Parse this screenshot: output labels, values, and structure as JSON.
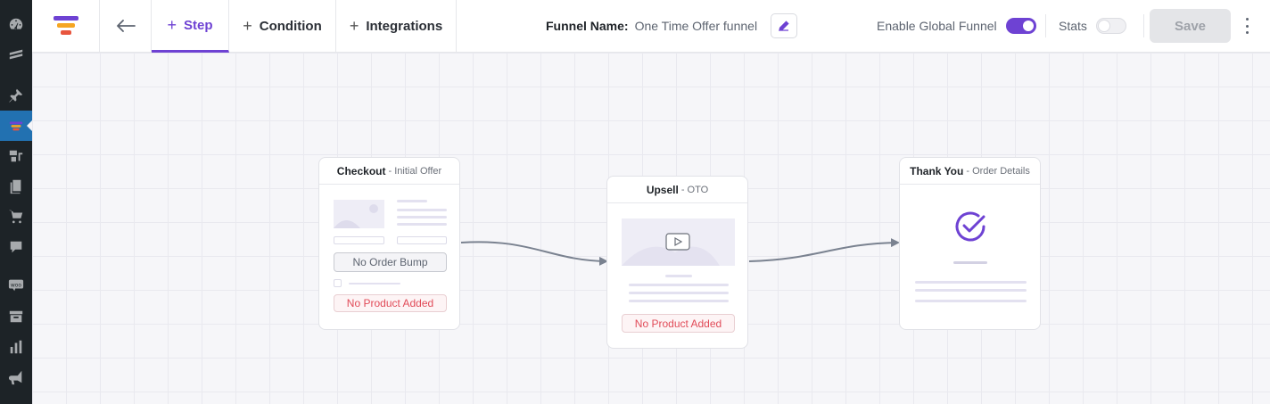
{
  "colors": {
    "accent": "#6e42d3",
    "warning": "#e14b58",
    "wp_sidebar": "#1d2327",
    "wp_active": "#2271b1"
  },
  "sidebar": {
    "items": [
      {
        "icon": "dashboard-icon"
      },
      {
        "icon": "brand-slash-icon"
      },
      {
        "icon": "pin-icon"
      },
      {
        "icon": "funnel-icon",
        "active": true
      },
      {
        "icon": "media-icon"
      },
      {
        "icon": "pages-icon"
      },
      {
        "icon": "cart-icon"
      },
      {
        "icon": "comment-icon"
      },
      {
        "icon": "woo-icon",
        "text": "woo"
      },
      {
        "icon": "archive-icon"
      },
      {
        "icon": "analytics-icon"
      },
      {
        "icon": "megaphone-icon"
      }
    ]
  },
  "toolbar": {
    "tabs": [
      {
        "label": "Step",
        "active": true
      },
      {
        "label": "Condition"
      },
      {
        "label": "Integrations"
      }
    ],
    "funnel_name_label": "Funnel Name:",
    "funnel_name_value": "One Time Offer funnel",
    "global_funnel_label": "Enable Global Funnel",
    "global_funnel_on": true,
    "stats_label": "Stats",
    "stats_on": false,
    "save_label": "Save"
  },
  "nodes": {
    "checkout": {
      "title": "Checkout",
      "subtitle": "- Initial Offer",
      "order_bump_label": "No Order Bump",
      "product_label": "No Product Added"
    },
    "upsell": {
      "title": "Upsell",
      "subtitle": "- OTO",
      "product_label": "No Product Added"
    },
    "thankyou": {
      "title": "Thank You",
      "subtitle": "- Order Details"
    }
  }
}
